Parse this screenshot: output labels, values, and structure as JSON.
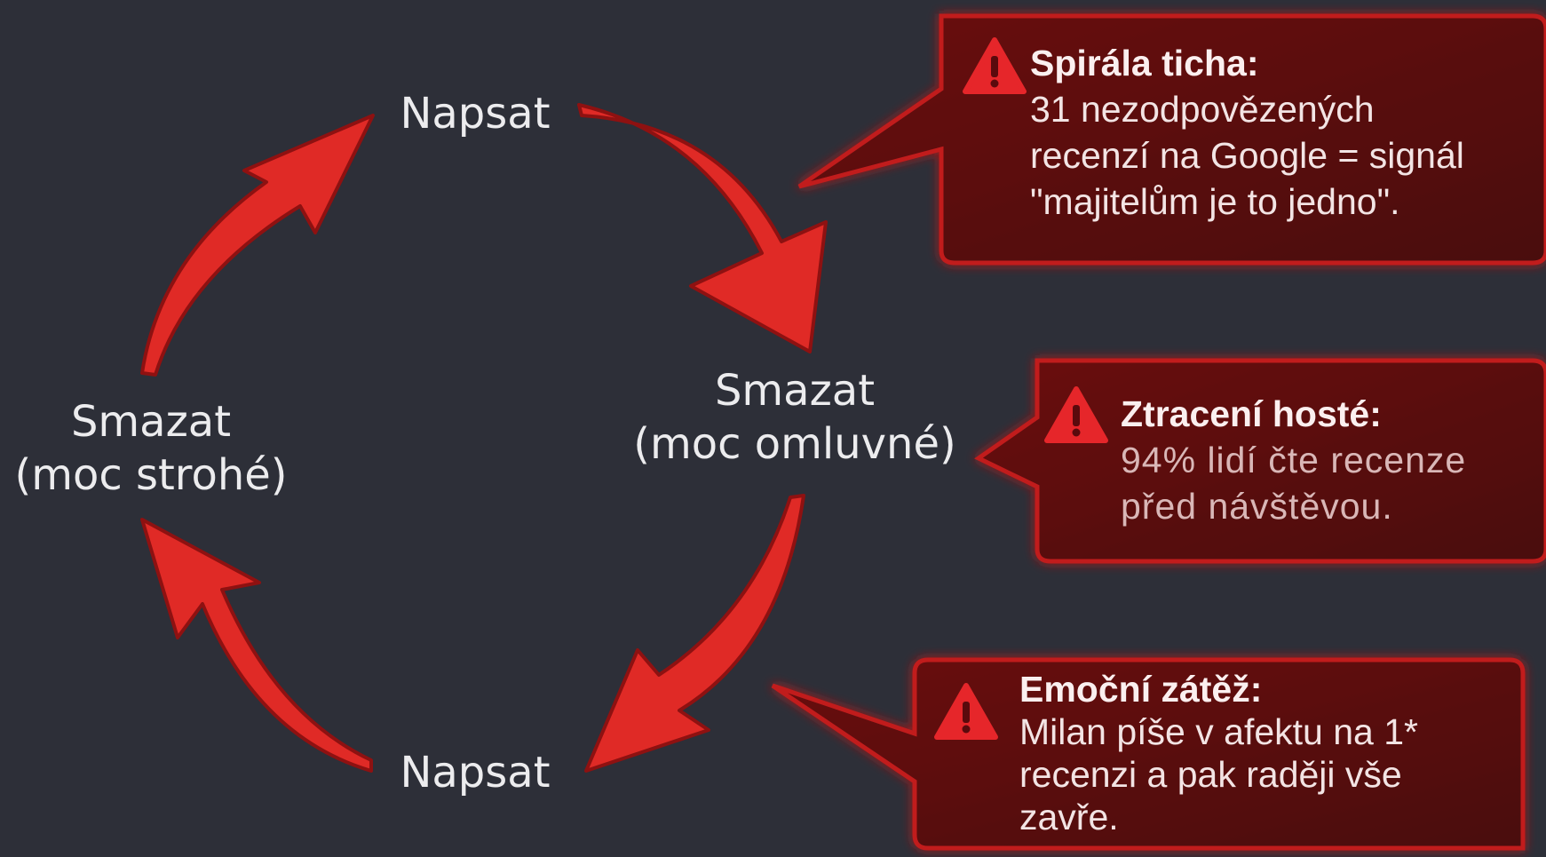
{
  "cycle": {
    "top": "Napsat",
    "right": [
      "Smazat",
      "(moc omluvné)"
    ],
    "bottom": "Napsat",
    "left": [
      "Smazat",
      "(moc strohé)"
    ]
  },
  "callouts": [
    {
      "title": "Spirála ticha:",
      "lines": [
        "31 nezodpovězených",
        "recenzí na Google = signál",
        "\"majitelům je to jedno\"."
      ]
    },
    {
      "title": "Ztracení hosté:",
      "lines": [
        "94% lidí čte recenze",
        "před návštěvou."
      ]
    },
    {
      "title": "Emoční zátěž:",
      "lines": [
        "Milan píše v afektu na 1*",
        "recenzi a pak raději vše",
        "zavře."
      ]
    }
  ],
  "colors": {
    "background": "#2d2f38",
    "arrow": "#e02a26",
    "arrow_outline": "#8e1111",
    "callout_fill": "#5a0a0d",
    "callout_border": "#c11d1f",
    "warning_icon": "#e6262a",
    "node_text": "#ececee"
  },
  "icons": [
    "warning-icon",
    "warning-icon",
    "warning-icon"
  ]
}
